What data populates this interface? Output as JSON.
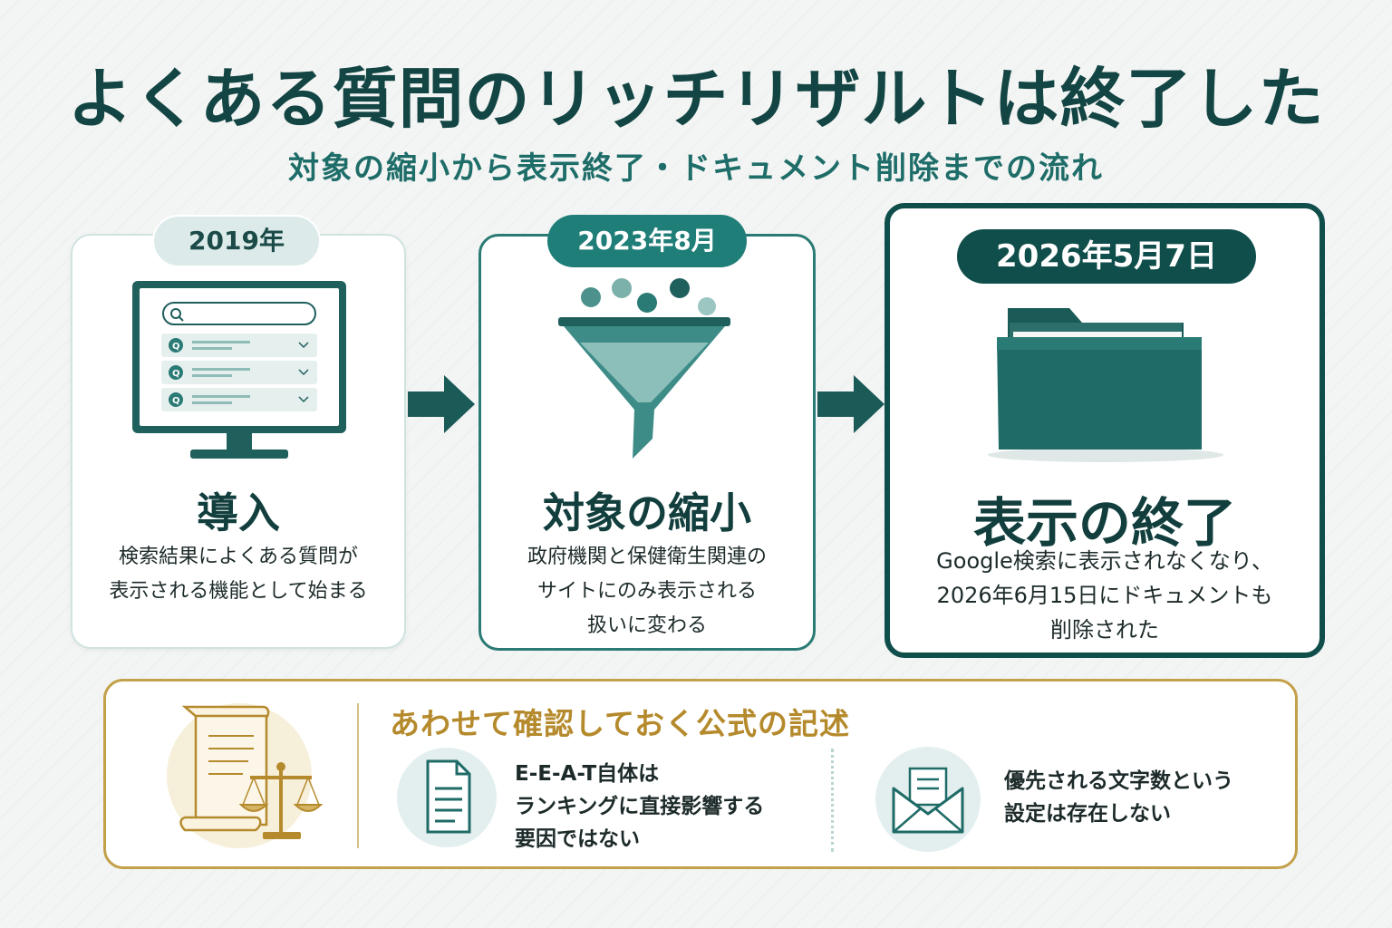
{
  "title": "よくある質問のリッチリザルトは終了した",
  "subtitle": "対象の縮小から表示終了・ドキュメント削除までの流れ",
  "steps": [
    {
      "date": "2019年",
      "heading": "導入",
      "lines": [
        "検索結果によくある質問が",
        "表示される機能として始まる"
      ]
    },
    {
      "date": "2023年8月",
      "heading": "対象の縮小",
      "lines": [
        "政府機関と保健衛生関連の",
        "サイトにのみ表示される",
        "扱いに変わる"
      ]
    },
    {
      "date": "2026年5月7日",
      "heading": "表示の終了",
      "lines": [
        "Google検索に表示されなくなり、",
        "2026年6月15日にドキュメントも",
        "削除された"
      ]
    }
  ],
  "note": {
    "title": "あわせて確認しておく公式の記述",
    "items": [
      {
        "lines": [
          "E-E-A-T自体は",
          "ランキングに直接影響する",
          "要因ではない"
        ]
      },
      {
        "lines": [
          "優先される文字数という",
          "設定は存在しない"
        ]
      }
    ]
  },
  "faq_mock": {
    "badge": "Q"
  },
  "colors": {
    "primary": "#0f4e4b",
    "teal": "#1f7e78",
    "light_teal": "#dcebea",
    "gold": "#c3a04a",
    "gold_text": "#b58a2c"
  },
  "icons": [
    "monitor-faq-icon",
    "funnel-icon",
    "folder-icon",
    "scroll-scale-icon",
    "document-icon",
    "envelope-icon",
    "arrow-right-icon"
  ]
}
